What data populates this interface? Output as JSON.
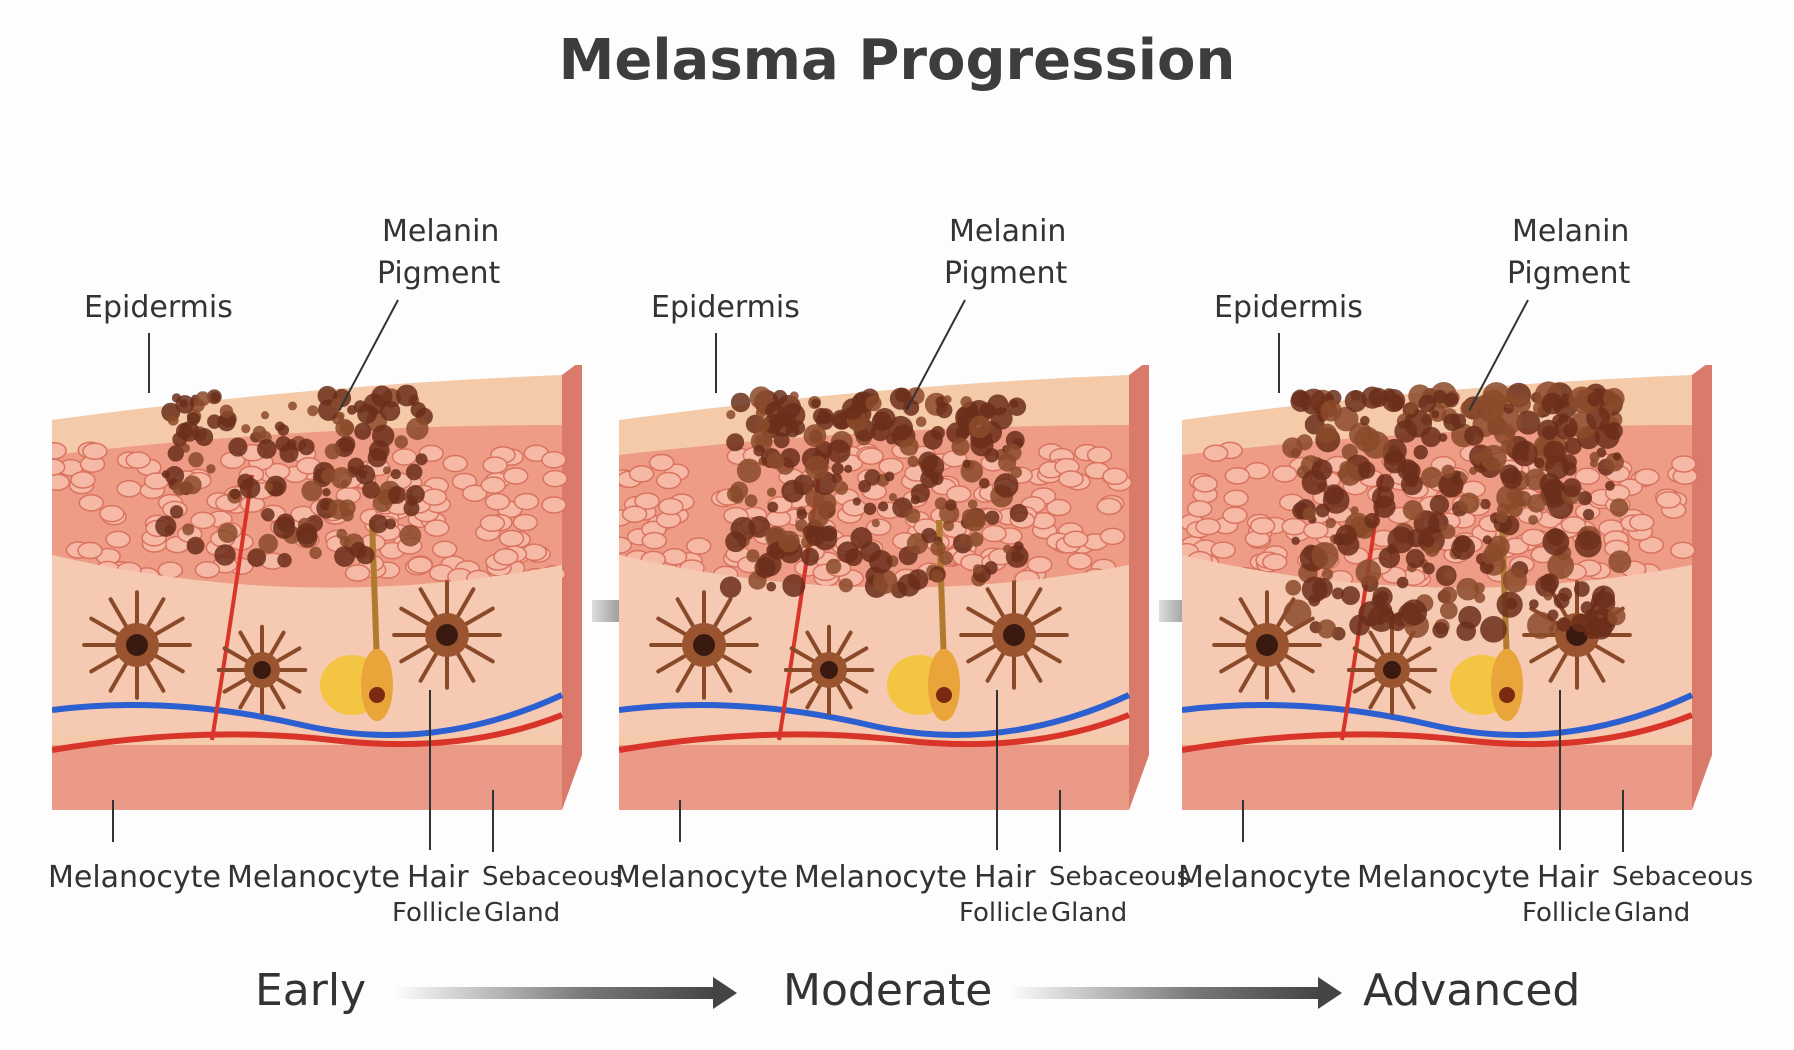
{
  "title": "Melasma Progression",
  "panels": [
    {
      "stage": "Early",
      "density": 0.45,
      "labels": {
        "epidermis": "Epidermis",
        "melanin": [
          "Melanin",
          "Pigment"
        ],
        "melanocyte1": "Melanocyte",
        "melanocyte2": "Melanocyte",
        "hair": "Hair",
        "follicle": "Follicle",
        "sebaceous": "Sebaceous",
        "gland": "Gland"
      }
    },
    {
      "stage": "Moderate",
      "density": 0.7,
      "labels": {
        "epidermis": "Epidermis",
        "melanin": [
          "Melanin",
          "Pigment"
        ],
        "melanocyte1": "Melanocyte",
        "melanocyte2": "Melanocyte",
        "hair": "Hair",
        "follicle": "Follicle",
        "sebaceous": "Sebaceous",
        "gland": "Gland"
      }
    },
    {
      "stage": "Advanced",
      "density": 1.0,
      "labels": {
        "epidermis": "Epidermis",
        "melanin": [
          "Melanin",
          "Pigment"
        ],
        "melanocyte1": "Melanocyte",
        "melanocyte2": "Melanocyte",
        "hair": "Hair",
        "follicle": "Follicle",
        "sebaceous": "Sebaceous",
        "gland": "Gland"
      }
    }
  ],
  "colors": {
    "melanin": "#6b2e1a",
    "epidermis": "#f4caa8",
    "cells": "#ee9c86",
    "dermis": "#f6c9b2",
    "artery": "#d8342a",
    "vein": "#2c5fd0",
    "follicle": "#f4c542"
  }
}
